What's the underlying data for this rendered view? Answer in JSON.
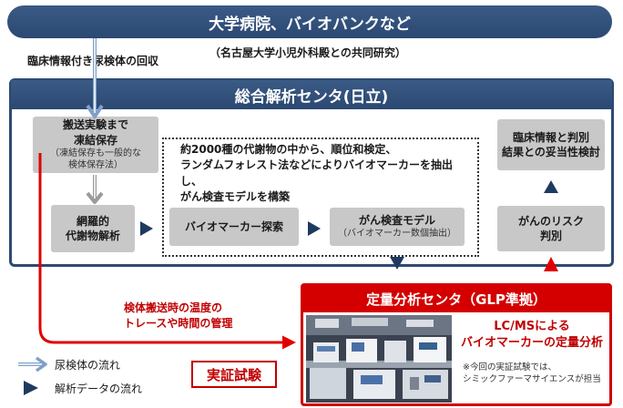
{
  "top_banner": {
    "title": "大学病院、バイオバンクなど"
  },
  "collab_note": "（名古屋大学小児外科殿との共同研究）",
  "recover_label": "臨床情報付き尿検体の回収",
  "analysis_center": {
    "title": "総合解析センタ(日立)",
    "transport_box": {
      "line1": "搬送実験まで",
      "line2": "凍結保存",
      "sub1": "（凍結保存も一般的な",
      "sub2": "検体保存法）"
    },
    "metabolome_box": {
      "line1": "網羅的",
      "line2": "代謝物解析"
    },
    "method_text": {
      "line1": "約2000種の代謝物の中から、順位和検定、",
      "line2": "ランダムフォレスト法などによりバイオマーカーを抽出し、",
      "line3": "がん検査モデルを構築"
    },
    "biomarker_box": "バイオマーカー探索",
    "cancer_model_box": {
      "line1": "がん検査モデル",
      "sub": "（バイオマーカー数個抽出）"
    },
    "clinical_box": {
      "line1": "臨床情報と判別",
      "line2": "結果との妥当性検討"
    },
    "risk_box": {
      "line1": "がんのリスク",
      "line2": "判別"
    }
  },
  "quant_center": {
    "title": "定量分析センタ（GLP準拠）",
    "lcms": {
      "line1": "LC/MSによる",
      "line2": "バイオマーカーの定量分析"
    },
    "note": {
      "line1": "※今回の実証試験では、",
      "line2": "シミックファーマサイエンスが担当"
    }
  },
  "temp_note": {
    "line1": "検体搬送時の温度の",
    "line2": "トレースや時間の管理"
  },
  "verification_label": "実証試験",
  "legend": {
    "urine_flow": "尿検体の流れ",
    "data_flow": "解析データの流れ"
  },
  "colors": {
    "navy": "#2d4a72",
    "red": "#d40000",
    "gray_box": "#c8c8c8"
  }
}
